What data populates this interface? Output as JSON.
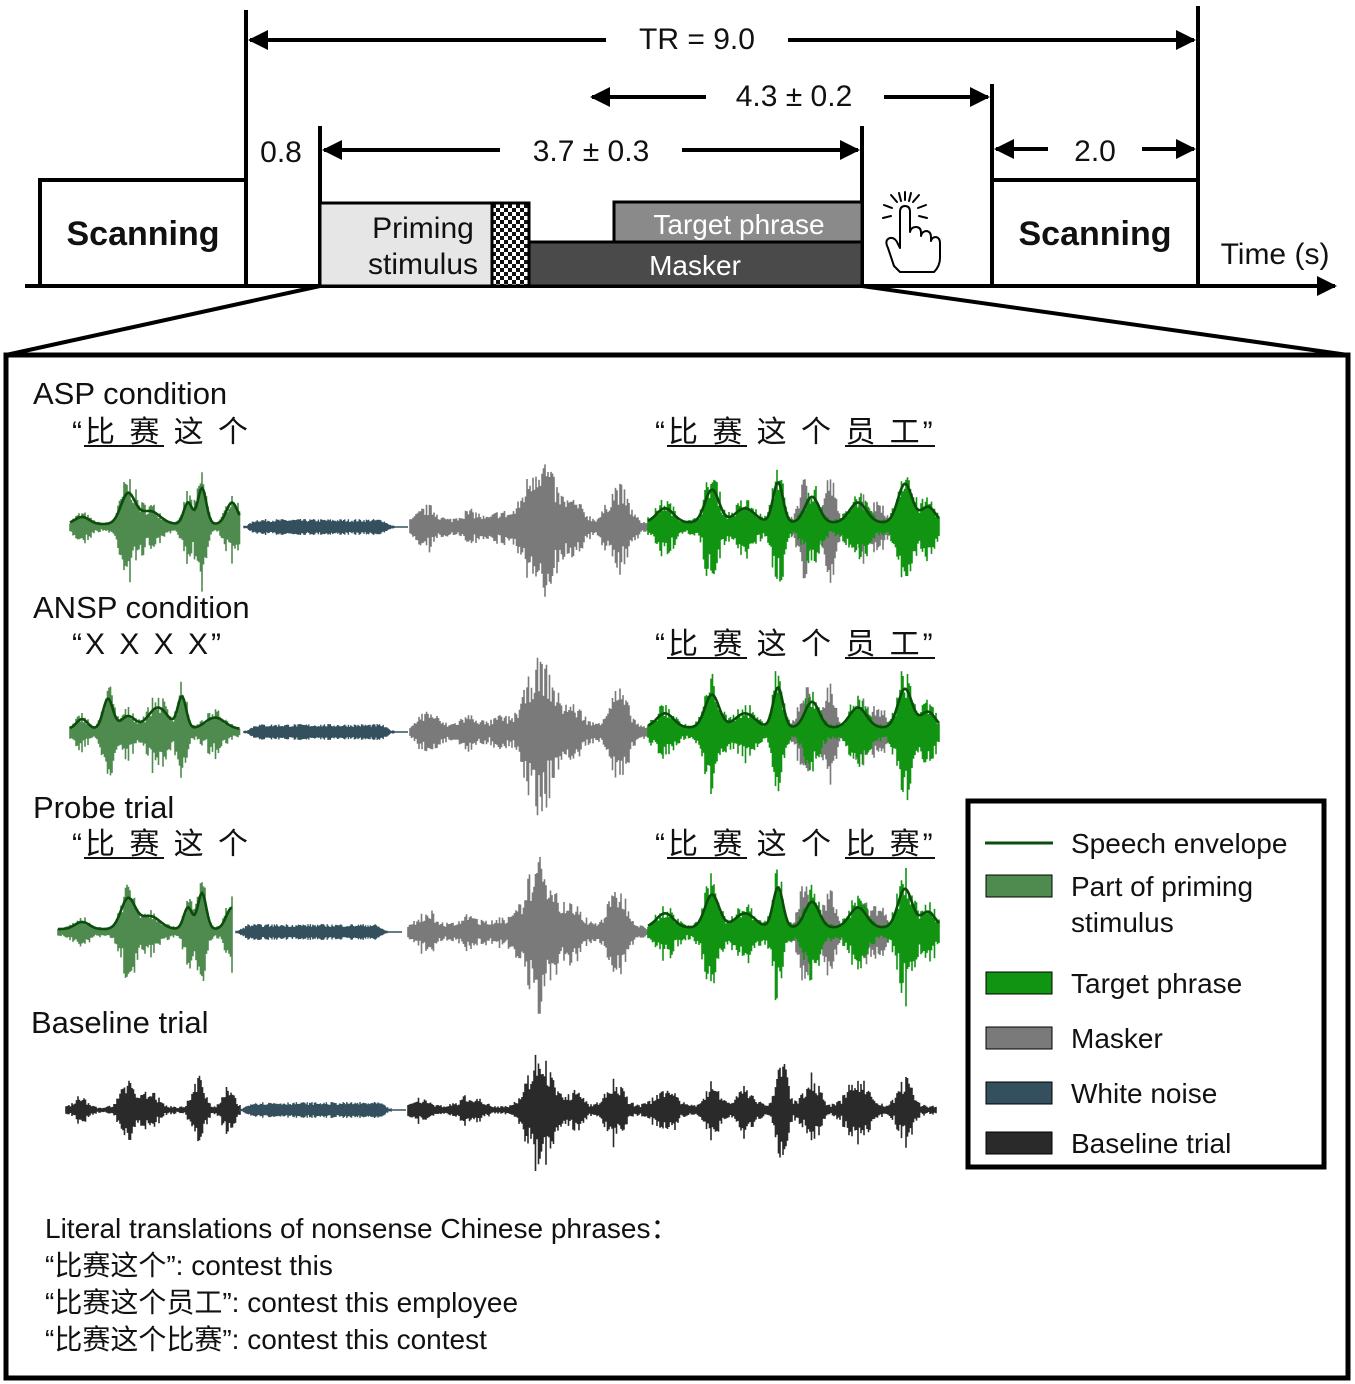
{
  "timeline": {
    "tr_label": "TR = 9.0",
    "dur_43": "4.3 ± 0.2",
    "dur_37": "3.7 ± 0.3",
    "dur_08": "0.8",
    "dur_20": "2.0",
    "scanning_left": "Scanning",
    "scanning_right": "Scanning",
    "priming_line1": "Priming",
    "priming_line2": "stimulus",
    "target_phrase": "Target phrase",
    "masker": "Masker",
    "time_axis": "Time (s)"
  },
  "conditions": [
    {
      "title": "ASP condition",
      "left_phrase": "“比 赛 这 个",
      "right_phrase": "“比 赛 这 个 员 工”"
    },
    {
      "title": "ANSP condition",
      "left_phrase": "“X X X X”",
      "right_phrase": "“比 赛 这 个 员 工”"
    },
    {
      "title": "Probe trial",
      "left_phrase": "“比 赛 这 个",
      "right_phrase": "“比 赛 这 个 比 赛”"
    },
    {
      "title": "Baseline trial",
      "left_phrase": "",
      "right_phrase": ""
    }
  ],
  "legend": {
    "items": [
      {
        "label_lines": [
          "Speech envelope"
        ],
        "color": "#0b4d0b",
        "kind": "line"
      },
      {
        "label_lines": [
          "Part of priming",
          "stimulus"
        ],
        "color": "#4f8b4f",
        "kind": "box"
      },
      {
        "label_lines": [
          "Target phrase"
        ],
        "color": "#119411",
        "kind": "box"
      },
      {
        "label_lines": [
          "Masker"
        ],
        "color": "#7a7a7a",
        "kind": "box"
      },
      {
        "label_lines": [
          "White noise"
        ],
        "color": "#34505e",
        "kind": "box"
      },
      {
        "label_lines": [
          "Baseline trial"
        ],
        "color": "#2a2a2a",
        "kind": "box"
      }
    ]
  },
  "translations": {
    "heading": "Literal translations of nonsense Chinese phrases：",
    "lines": [
      "“比赛这个”: contest this",
      "“比赛这个员工”: contest this employee",
      "“比赛这个比赛”: contest this contest"
    ]
  },
  "colors": {
    "priming": "#4f8b4f",
    "envelope": "#0b4d0b",
    "target": "#119411",
    "masker": "#7a7a7a",
    "noise": "#34505e",
    "baseline": "#2a2a2a",
    "priming_box": "#e6e6e6",
    "target_box": "#8a8a8a",
    "masker_box": "#4a4a4a"
  }
}
